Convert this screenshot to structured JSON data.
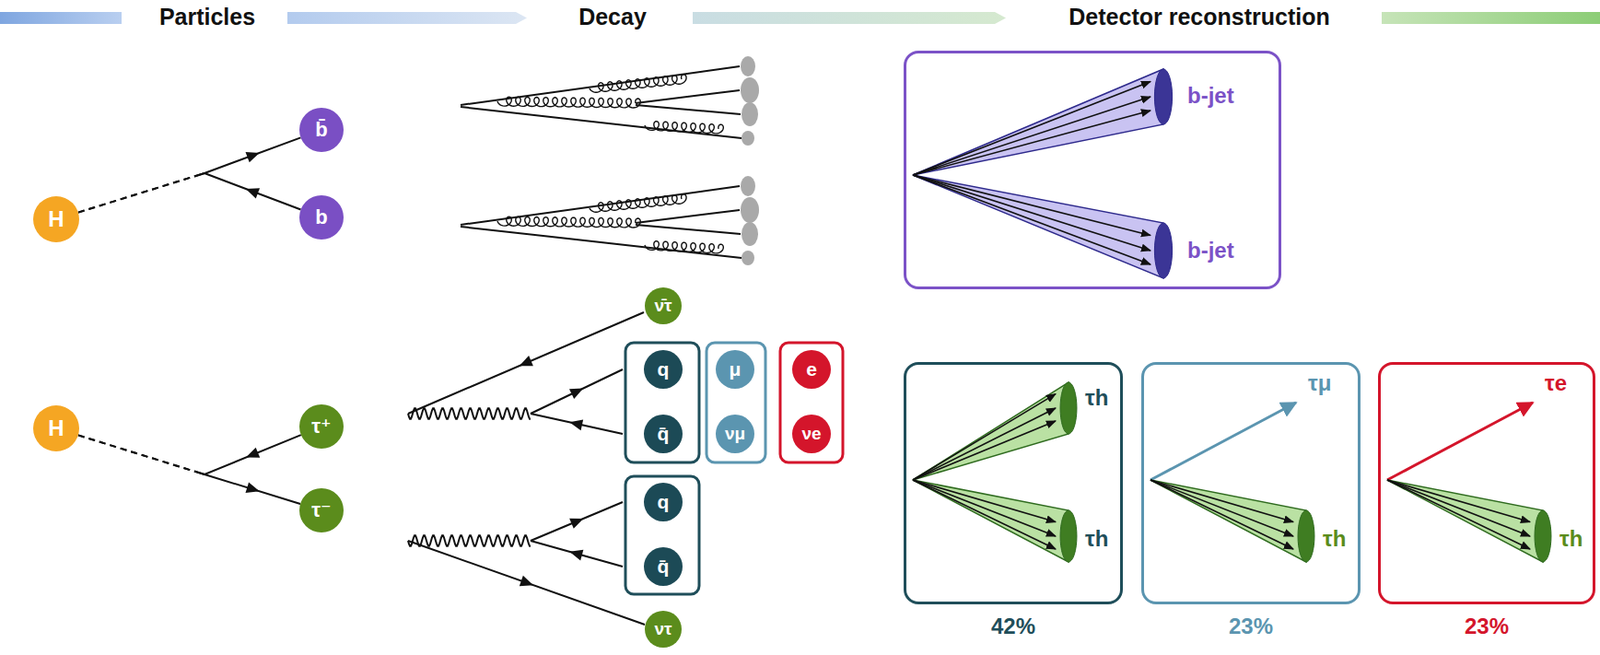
{
  "diagram": {
    "nodes": [
      {
        "text": [
          "H"
        ]
      },
      {
        "text": [
          "b̄"
        ]
      },
      {
        "text": [
          "b"
        ]
      },
      {
        "text": [
          "H"
        ]
      },
      {
        "text": [
          "τ⁺"
        ]
      },
      {
        "text": [
          "τ⁻"
        ]
      },
      {
        "text": [
          "ν̄τ"
        ]
      },
      {
        "text": [
          "q"
        ]
      },
      {
        "text": [
          "q̄"
        ]
      },
      {
        "text": [
          "μ"
        ]
      },
      {
        "text": [
          "νμ"
        ]
      },
      {
        "text": [
          "e"
        ]
      },
      {
        "text": [
          "νe"
        ]
      },
      {
        "text": [
          "q"
        ]
      },
      {
        "text": [
          "q̄"
        ]
      },
      {
        "text": [
          "ντ"
        ]
      },
      {
        "text": [
          "b-jet",
          "b-jet"
        ]
      },
      {
        "text": [
          "τh",
          "τh",
          "42%"
        ]
      },
      {
        "text": [
          "τμ",
          "τh",
          "23%"
        ]
      },
      {
        "text": [
          "τe",
          "τh",
          "23%"
        ]
      }
    ],
    "edges": [
      {
        "from": 0,
        "to": 1,
        "arrow": "none"
      },
      {
        "from": 0,
        "to": 2,
        "arrow": "none"
      },
      {
        "from": 3,
        "to": 4,
        "arrow": "none"
      },
      {
        "from": 3,
        "to": 5,
        "arrow": "none"
      }
    ],
    "labels": [
      "Particles",
      "Decay",
      "Detector reconstruction"
    ]
  }
}
